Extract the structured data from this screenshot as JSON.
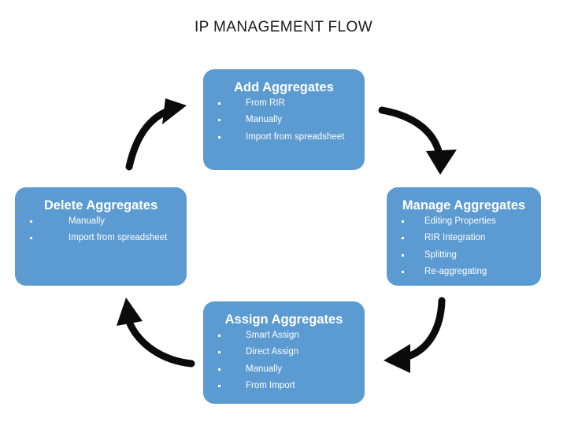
{
  "diagram": {
    "title": "IP MANAGEMENT FLOW",
    "background_color": "#FFFFFF",
    "node_fill_color": "#5B9BD1",
    "node_text_color": "#FFFFFF",
    "arrow_color": "#000000",
    "title_color": "#1A1A1A",
    "type": "cycle-flow"
  },
  "nodes": [
    {
      "id": "add",
      "title": "Add Aggregates",
      "items": [
        "From RIR",
        "Manually",
        "Import from spreadsheet"
      ]
    },
    {
      "id": "manage",
      "title": "Manage Aggregates",
      "items": [
        "Editing Properties",
        "RIR Integration",
        "Splitting",
        "Re-aggregating"
      ]
    },
    {
      "id": "assign",
      "title": "Assign Aggregates",
      "items": [
        "Smart Assign",
        "Direct Assign",
        "Manually",
        "From Import"
      ]
    },
    {
      "id": "delete",
      "title": "Delete Aggregates",
      "items": [
        "Manually",
        "Import from spreadsheet"
      ]
    }
  ],
  "arrows": [
    {
      "id": "add-to-manage",
      "from": "add",
      "to": "manage"
    },
    {
      "id": "manage-to-assign",
      "from": "manage",
      "to": "assign"
    },
    {
      "id": "assign-to-delete",
      "from": "assign",
      "to": "delete"
    },
    {
      "id": "delete-to-add",
      "from": "delete",
      "to": "add"
    }
  ]
}
